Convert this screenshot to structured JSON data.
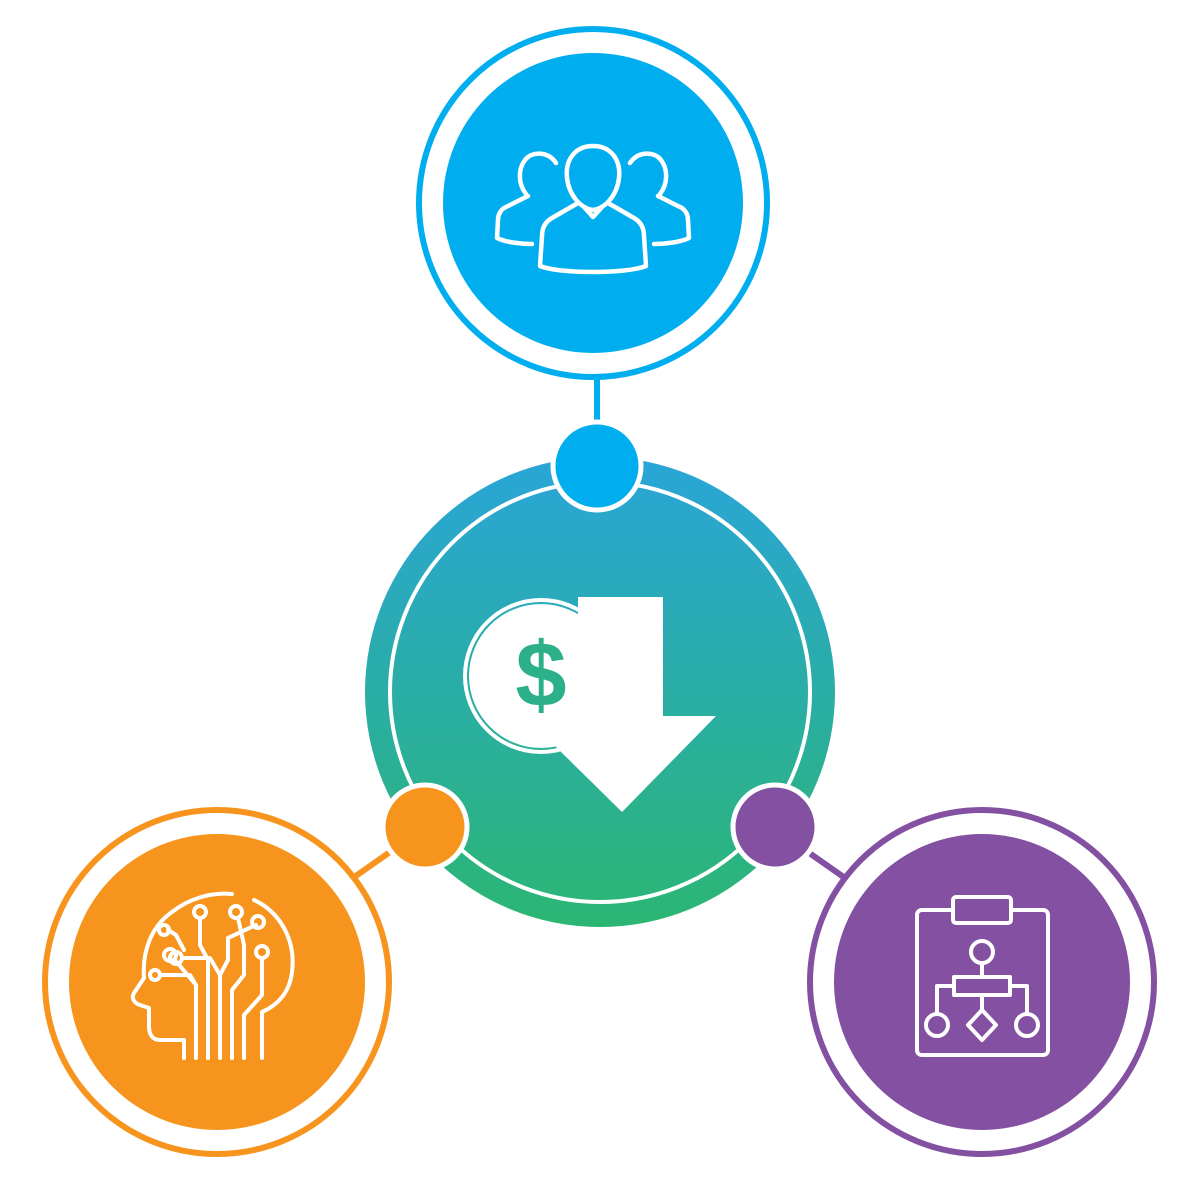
{
  "colors": {
    "background": "#ffffff",
    "blue": "#00aeef",
    "orange": "#f7941d",
    "purple": "#8350a2",
    "hub_gradient_top": "#2aa5d8",
    "hub_gradient_bottom": "#2bb673",
    "icon_stroke": "#ffffff",
    "dollar_text": "#2bb08a"
  },
  "hub": {
    "icon": "dollar-down-arrow-icon",
    "symbol": "$"
  },
  "nodes": [
    {
      "id": "top",
      "color": "blue",
      "icon": "team-people-icon"
    },
    {
      "id": "left",
      "color": "orange",
      "icon": "ai-brain-head-icon"
    },
    {
      "id": "right",
      "color": "purple",
      "icon": "flowchart-clipboard-icon"
    }
  ]
}
